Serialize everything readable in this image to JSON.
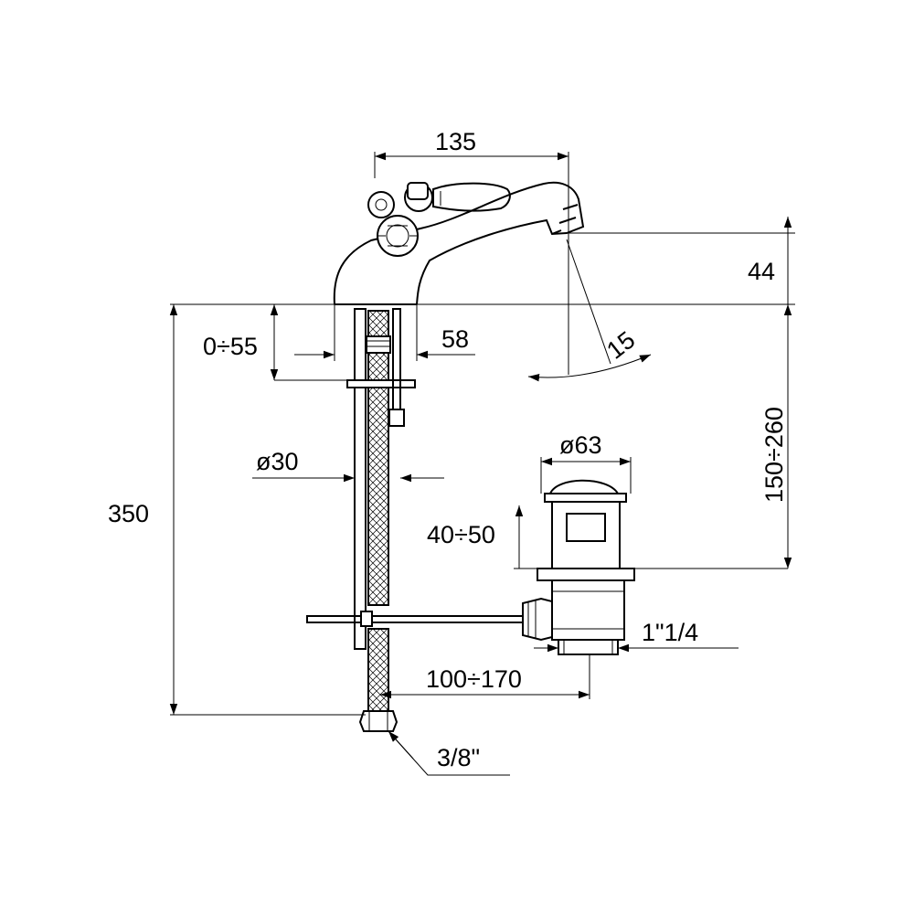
{
  "dimensions": {
    "tap_reach": "135",
    "spout_height": "44",
    "deck_thickness": "0÷55",
    "hole_offset": "58",
    "swivel_angle": "15",
    "tail_diameter": "ø30",
    "waste_diameter": "ø63",
    "waste_depth": "40÷50",
    "overall_height": "350",
    "spout_range": "150÷260",
    "waste_thread": "1\"1/4",
    "rod_length": "100÷170",
    "supply_thread": "3/8\""
  }
}
